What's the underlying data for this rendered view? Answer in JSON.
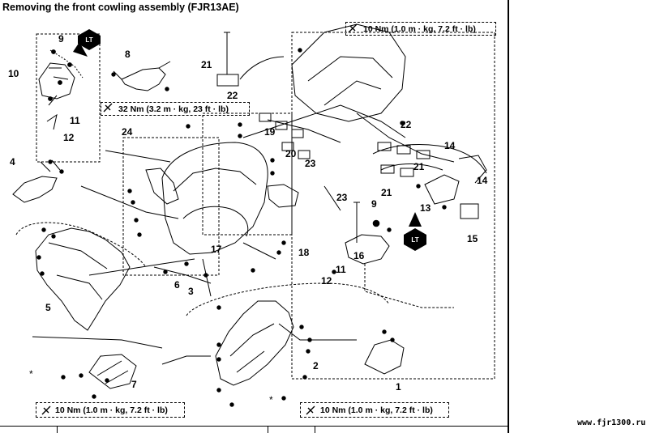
{
  "title": "Removing the front cowling assembly (FJR13AE)",
  "torque_specs": [
    {
      "id": "t1",
      "text": "10 Nm (1.0 m · kg, 7.2 ft · lb)"
    },
    {
      "id": "t2",
      "text": "32 Nm (3.2 m · kg, 23 ft · lb)"
    },
    {
      "id": "t3",
      "text": "10 Nm (1.0 m · kg, 7.2 ft · lb)"
    },
    {
      "id": "t4",
      "text": "10 Nm (1.0 m · kg, 7.2 ft · lb)"
    }
  ],
  "locktite_label": "LT",
  "asterisk": "*",
  "callouts": [
    "1",
    "2",
    "3",
    "4",
    "5",
    "6",
    "7",
    "8",
    "9",
    "10",
    "11",
    "12",
    "13",
    "14",
    "15",
    "16",
    "17",
    "18",
    "19",
    "20",
    "21",
    "22",
    "23",
    "24"
  ],
  "watermark": "www.fjr1300.ru",
  "colors": {
    "ink": "#000000",
    "paper": "#ffffff"
  }
}
